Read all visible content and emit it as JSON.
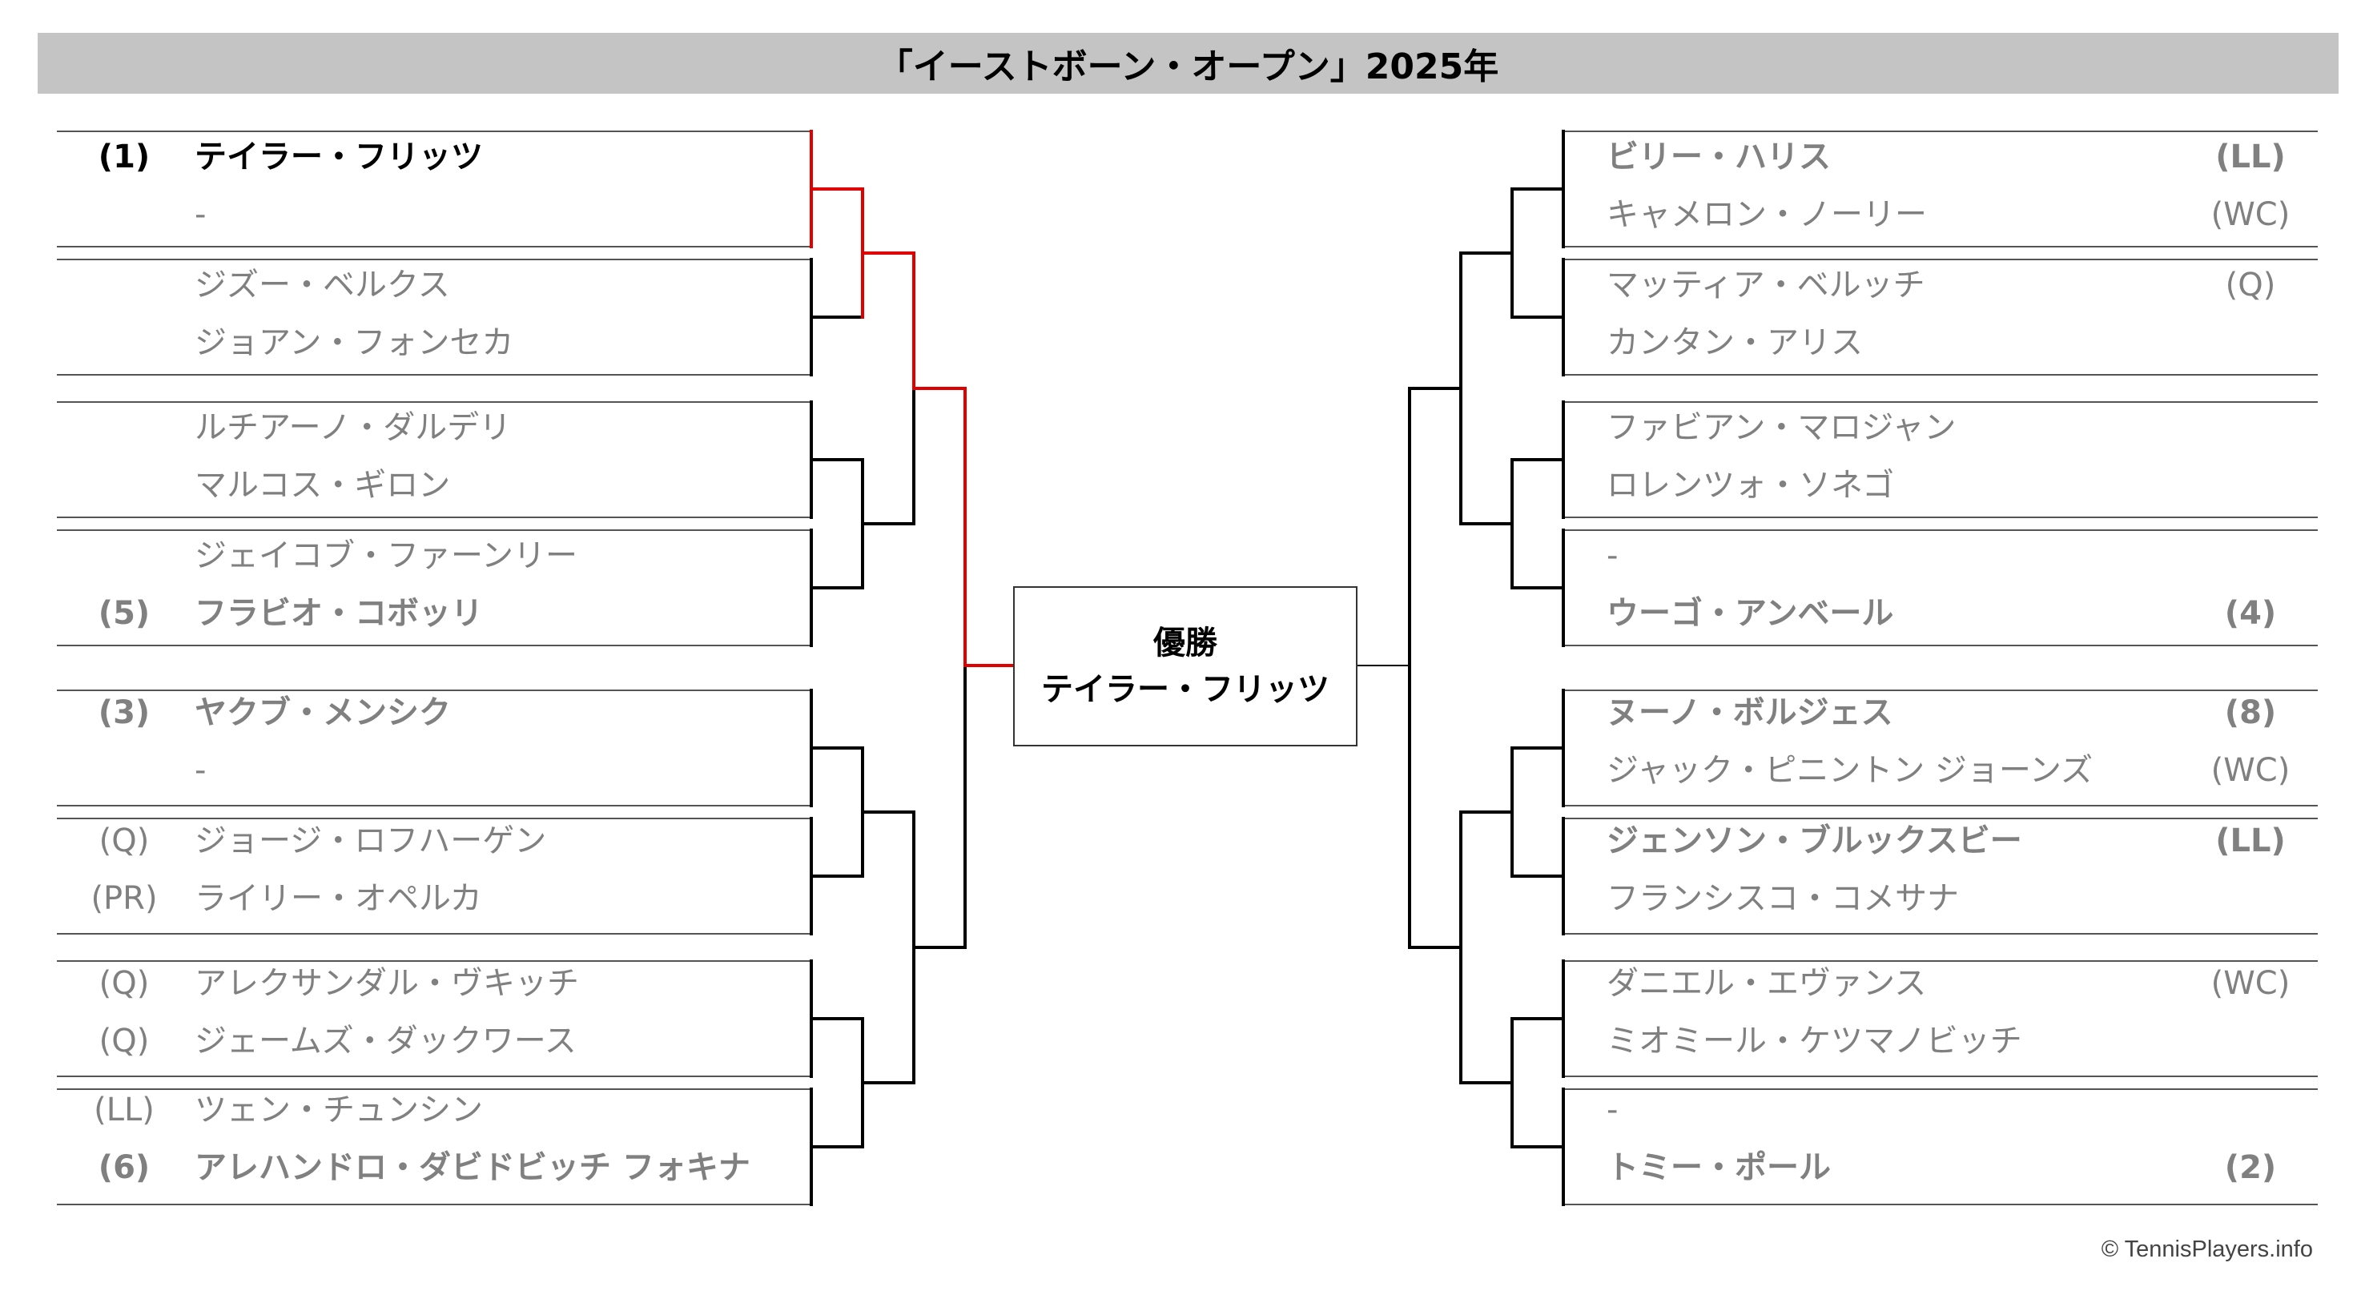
{
  "title": "「イーストボーン・オープン」2025年",
  "champion": {
    "label": "優勝",
    "name": "テイラー・フリッツ"
  },
  "credit": "© TennisPlayers.info",
  "colors": {
    "title_bg": "#c4c4c4",
    "winner_path": "#e00000",
    "line": "#000000",
    "name_gray": "#808080"
  },
  "left_half": [
    {
      "seed": "(1)",
      "name": "テイラー・フリッツ",
      "bold": true,
      "winner": true
    },
    {
      "seed": "",
      "name": "-",
      "bold": false
    },
    {
      "seed": "",
      "name": "ジズー・ベルクス",
      "bold": false
    },
    {
      "seed": "",
      "name": "ジョアン・フォンセカ",
      "bold": false
    },
    {
      "seed": "",
      "name": "ルチアーノ・ダルデリ",
      "bold": false
    },
    {
      "seed": "",
      "name": "マルコス・ギロン",
      "bold": false
    },
    {
      "seed": "",
      "name": "ジェイコブ・ファーンリー",
      "bold": false
    },
    {
      "seed": "(5)",
      "name": "フラビオ・コボッリ",
      "bold": true
    },
    {
      "seed": "(3)",
      "name": "ヤクブ・メンシク",
      "bold": true
    },
    {
      "seed": "",
      "name": "-",
      "bold": false
    },
    {
      "seed": "(Q)",
      "name": "ジョージ・ロフハーゲン",
      "bold": false
    },
    {
      "seed": "(PR)",
      "name": "ライリー・オペルカ",
      "bold": false
    },
    {
      "seed": "(Q)",
      "name": "アレクサンダル・ヴキッチ",
      "bold": false
    },
    {
      "seed": "(Q)",
      "name": "ジェームズ・ダックワース",
      "bold": false
    },
    {
      "seed": "(LL)",
      "name": "ツェン・チュンシン",
      "bold": false
    },
    {
      "seed": "(6)",
      "name": "アレハンドロ・ダビドビッチ フォキナ",
      "bold": true
    }
  ],
  "right_half": [
    {
      "seed": "(LL)",
      "name": "ビリー・ハリス",
      "bold": true
    },
    {
      "seed": "(WC)",
      "name": "キャメロン・ノーリー",
      "bold": false
    },
    {
      "seed": "(Q)",
      "name": "マッティア・ベルッチ",
      "bold": false
    },
    {
      "seed": "",
      "name": "カンタン・アリス",
      "bold": false
    },
    {
      "seed": "",
      "name": "ファビアン・マロジャン",
      "bold": false
    },
    {
      "seed": "",
      "name": "ロレンツォ・ソネゴ",
      "bold": false
    },
    {
      "seed": "",
      "name": "-",
      "bold": false
    },
    {
      "seed": "(4)",
      "name": "ウーゴ・アンベール",
      "bold": true
    },
    {
      "seed": "(8)",
      "name": "ヌーノ・ボルジェス",
      "bold": true
    },
    {
      "seed": "(WC)",
      "name": "ジャック・ピニントン ジョーンズ",
      "bold": false
    },
    {
      "seed": "(LL)",
      "name": "ジェンソン・ブルックスビー",
      "bold": true
    },
    {
      "seed": "",
      "name": "フランシスコ・コメサナ",
      "bold": false
    },
    {
      "seed": "(WC)",
      "name": "ダニエル・エヴァンス",
      "bold": false
    },
    {
      "seed": "",
      "name": "ミオミール・ケツマノビッチ",
      "bold": false
    },
    {
      "seed": "",
      "name": "-",
      "bold": false
    },
    {
      "seed": "(2)",
      "name": "トミー・ポール",
      "bold": true
    }
  ]
}
